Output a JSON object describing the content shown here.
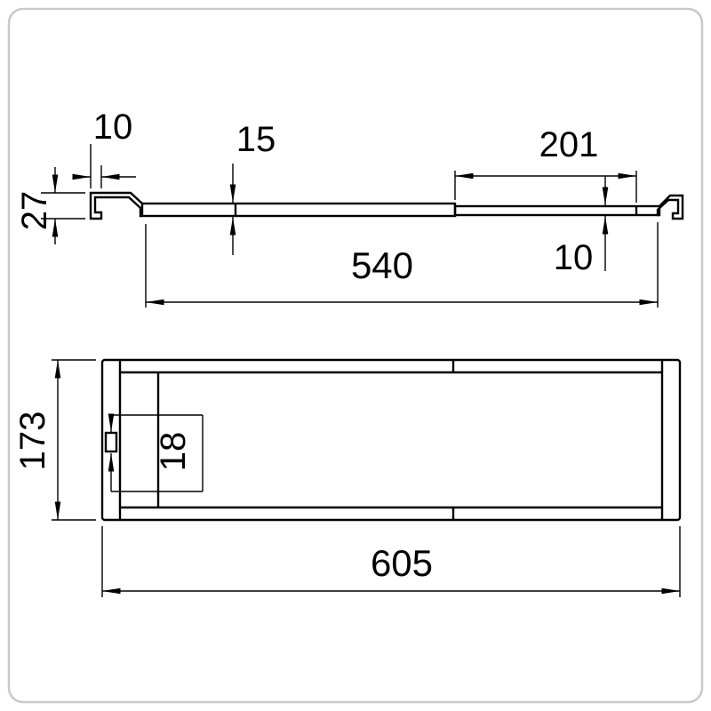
{
  "page": {
    "background": "#ffffff",
    "frame_border_color": "#c7cacc"
  },
  "drawing": {
    "line_color": "#000000",
    "side_view": {
      "dims": {
        "hook_lip": "10",
        "left_profile_height": "15",
        "telescopic_section": "201",
        "overall_height": "27",
        "inner_length": "540",
        "right_profile_height": "10"
      }
    },
    "plan_view": {
      "dims": {
        "width": "173",
        "slot": "18",
        "overall_length": "605"
      }
    }
  }
}
